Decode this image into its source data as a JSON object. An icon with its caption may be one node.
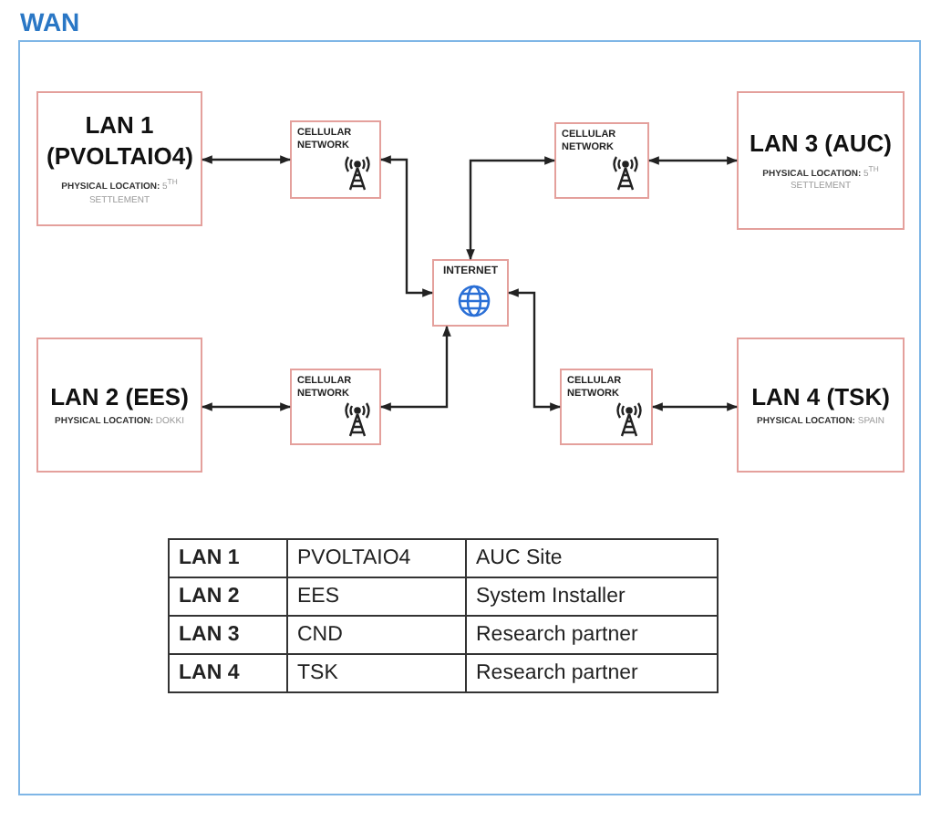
{
  "diagram": {
    "nodes": [
      {
        "text": [
          "WAN"
        ]
      },
      {
        "text": [
          "LAN 1 (PVOLTAIO4)",
          "**PHYSICAL LOCATION:** 5$^{TH}$ SETTLEMENT"
        ],
        "in": 0
      },
      {
        "text": [
          "CELLULAR NETWORK"
        ],
        "in": 0
      },
      {
        "text": [
          "CELLULAR NETWORK"
        ],
        "in": 0
      },
      {
        "text": [
          "LAN 3 (AUC)",
          "**PHYSICAL LOCATION:** 5$^{TH}$ SETTLEMENT"
        ],
        "in": 0
      },
      {
        "text": [
          "INTERNET"
        ],
        "in": 0
      },
      {
        "text": [
          "LAN 2 (EES)",
          "**PHYSICAL LOCATION:** DOKKI"
        ],
        "in": 0
      },
      {
        "text": [
          "CELLULAR NETWORK"
        ],
        "in": 0
      },
      {
        "text": [
          "CELLULAR NETWORK"
        ],
        "in": 0
      },
      {
        "text": [
          "LAN 4 (TSK)",
          "**PHYSICAL LOCATION:** SPAIN"
        ],
        "in": 0
      }
    ],
    "edges": [
      {
        "from": 1,
        "to": 2,
        "arrow": "both"
      },
      {
        "from": 2,
        "to": 5,
        "arrow": "both"
      },
      {
        "from": 5,
        "to": 3,
        "arrow": "both"
      },
      {
        "from": 3,
        "to": 4,
        "arrow": "both"
      },
      {
        "from": 6,
        "to": 7,
        "arrow": "both"
      },
      {
        "from": 5,
        "to": 7,
        "arrow": "both"
      },
      {
        "from": 5,
        "to": 8,
        "arrow": "both"
      },
      {
        "from": 8,
        "to": 9,
        "arrow": "both"
      }
    ],
    "labels": [
      "LAN 1",
      "PVOLTAIO4",
      "AUC Site",
      "LAN 2",
      "EES",
      "System Installer",
      "LAN 3",
      "CND",
      "Research partner",
      "LAN 4",
      "TSK",
      "Research partner"
    ]
  }
}
